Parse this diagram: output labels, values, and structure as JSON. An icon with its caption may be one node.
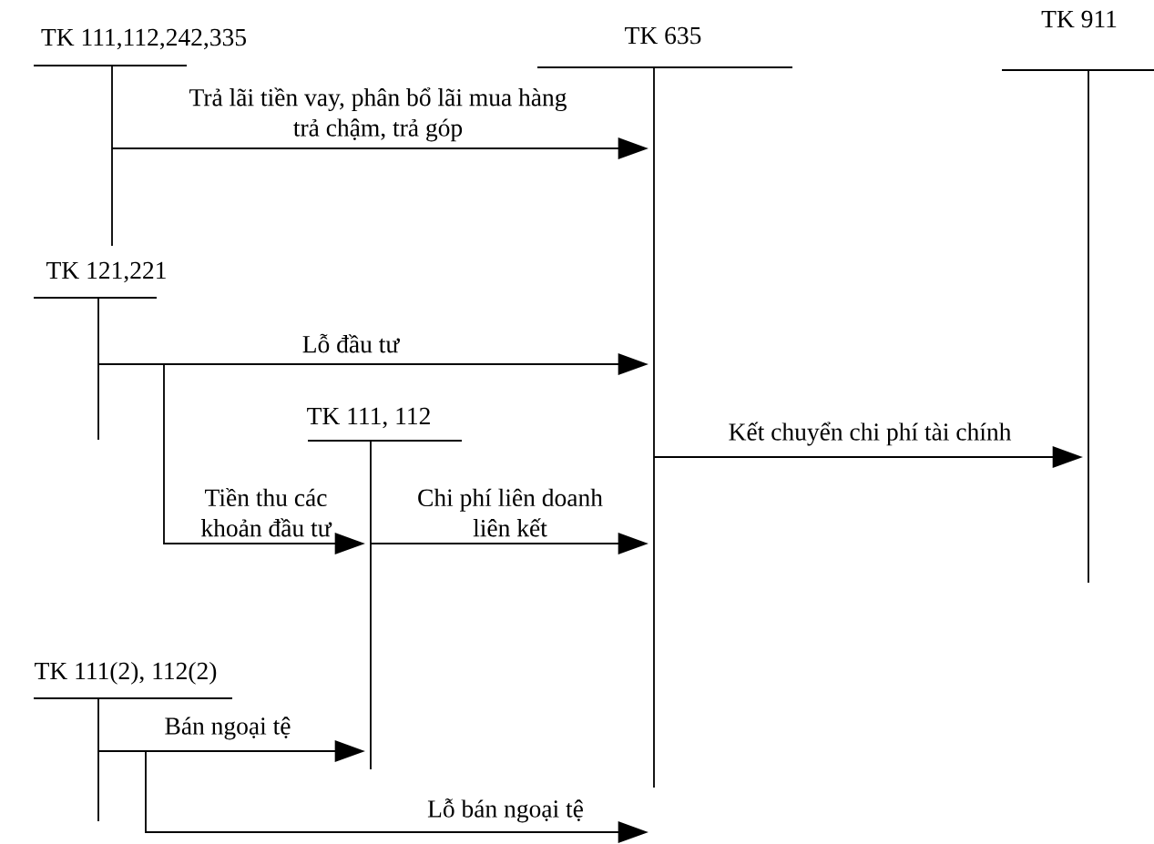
{
  "diagram": {
    "nodes": [
      {
        "text": [
          "TK 111,112,242,335"
        ]
      },
      {
        "text": [
          "TK 635"
        ]
      },
      {
        "text": [
          "TK 911"
        ]
      },
      {
        "text": [
          "TK 121,221"
        ]
      },
      {
        "text": [
          "TK 111, 112"
        ]
      },
      {
        "text": [
          "TK 111(2), 112(2)"
        ]
      }
    ],
    "edges": [
      {
        "from": 0,
        "to": 1,
        "arrow": "to",
        "label": "Trả lãi tiền vay, phân bổ lãi mua hàng trả chậm, trả góp"
      },
      {
        "from": 3,
        "to": 1,
        "arrow": "to",
        "label": "Lỗ đầu tư"
      },
      {
        "from": 3,
        "to": 4,
        "arrow": "to",
        "label": "Tiền thu các khoản đầu tư"
      },
      {
        "from": 4,
        "to": 1,
        "arrow": "to",
        "label": "Chi phí liên doanh liên kết"
      },
      {
        "from": 1,
        "to": 2,
        "arrow": "to",
        "label": "Kết chuyển chi phí tài chính"
      },
      {
        "from": 5,
        "to": 4,
        "arrow": "to",
        "label": "Bán ngoại tệ"
      },
      {
        "from": 5,
        "to": 1,
        "arrow": "to",
        "label": "Lỗ bán ngoại tệ"
      }
    ]
  }
}
